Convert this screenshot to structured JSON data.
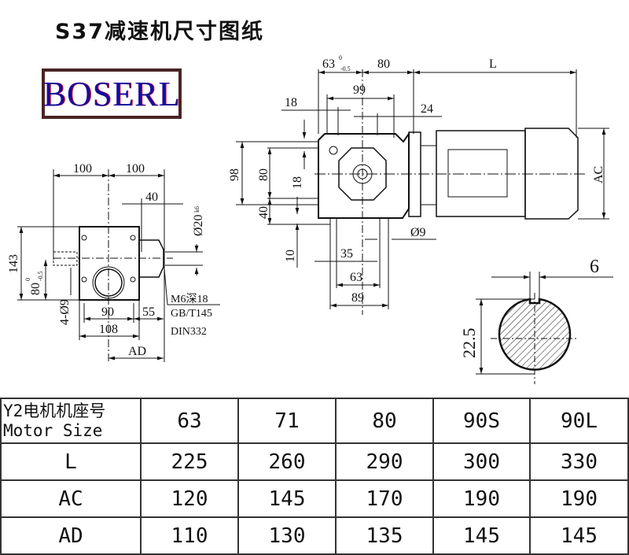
{
  "title": "S37减速机尺寸图纸",
  "logo": "BOSERL",
  "side_view": {
    "dims": [
      "100",
      "100",
      "40",
      "Ø20",
      "k6",
      "143",
      "80",
      "0",
      "-0.5",
      "4-Ø9",
      "90",
      "55",
      "108",
      "AD"
    ],
    "note": [
      "M6深18",
      "GB/T145",
      "DIN332"
    ]
  },
  "front_view": {
    "dims": [
      "63",
      "0",
      "-0.5",
      "80",
      "L",
      "99",
      "18",
      "24",
      "98",
      "80",
      "18",
      "40",
      "10",
      "Ø9",
      "35",
      "63",
      "89",
      "AC"
    ]
  },
  "shaft_section": {
    "dims": [
      "6",
      "22.5"
    ]
  },
  "table": {
    "header": {
      "label_cn": "Y2电机机座号",
      "label_en": "Motor Size",
      "values": [
        "63",
        "71",
        "80",
        "90S",
        "90L"
      ]
    },
    "rows": [
      {
        "label": "L",
        "values": [
          "225",
          "260",
          "290",
          "300",
          "330"
        ]
      },
      {
        "label": "AC",
        "values": [
          "120",
          "145",
          "170",
          "190",
          "190"
        ]
      },
      {
        "label": "AD",
        "values": [
          "110",
          "130",
          "135",
          "145",
          "145"
        ]
      }
    ]
  }
}
